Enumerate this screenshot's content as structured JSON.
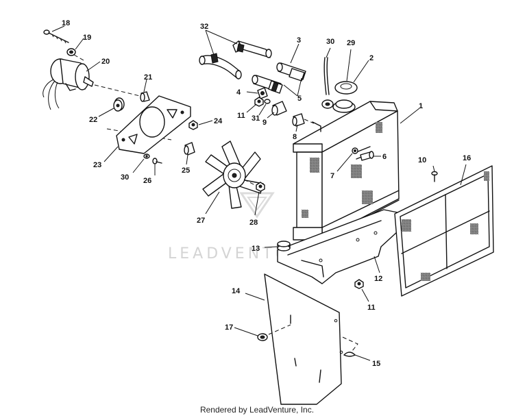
{
  "watermark": "LEADVENTURE",
  "footer": "Rendered by LeadVenture, Inc.",
  "callouts": [
    "1",
    "2",
    "3",
    "4",
    "5",
    "6",
    "7",
    "8",
    "9",
    "10",
    "11",
    "11",
    "12",
    "13",
    "14",
    "15",
    "16",
    "17",
    "18",
    "19",
    "20",
    "21",
    "22",
    "23",
    "24",
    "25",
    "26",
    "27",
    "28",
    "29",
    "30",
    "30",
    "31",
    "32"
  ]
}
